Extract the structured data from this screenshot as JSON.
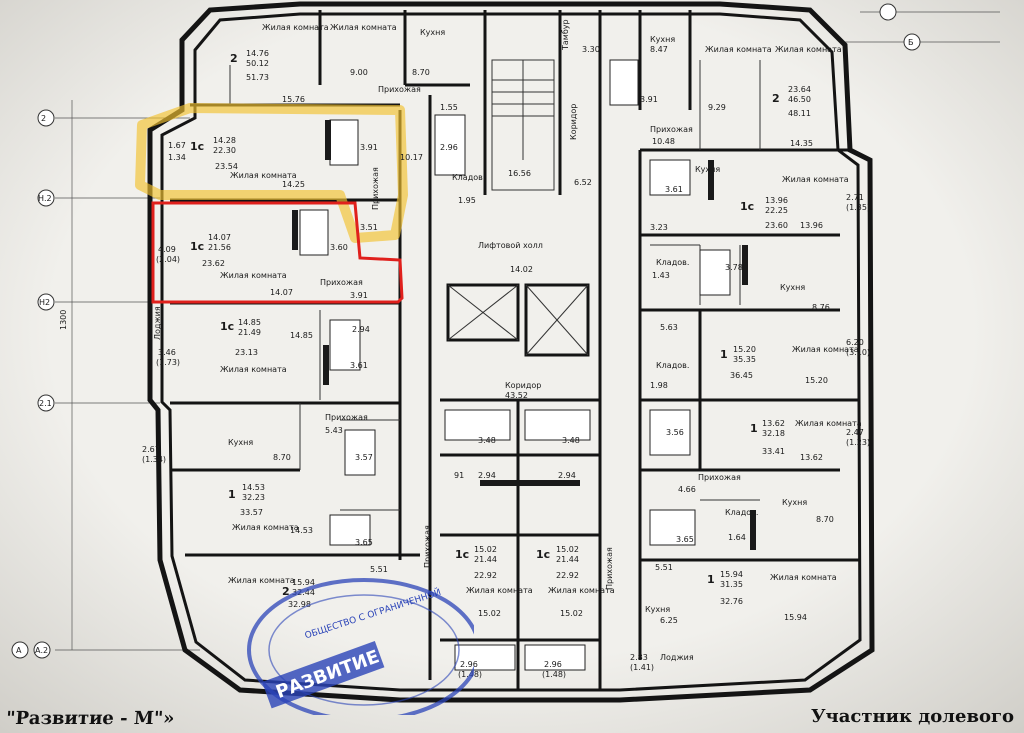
{
  "grid_axes": {
    "left": [
      "2",
      "Н.2",
      "Н2",
      "2.1",
      "А",
      "А.2"
    ],
    "top_right": [
      "Б"
    ],
    "dimension_left": "1300"
  },
  "rooms": {
    "zhilaya": "Жилая комната",
    "kuhnya": "Кухня",
    "prihozhaya": "Прихожая",
    "koridor": "Коридор",
    "lift_hall": "Лифтовой холл",
    "lodzhiya": "Лоджия",
    "kladov": "Кладов.",
    "tambur": "Тамбур"
  },
  "apartments": [
    {
      "id": "tl-2",
      "rooms": "2",
      "area_living": "14.76",
      "area_total": "50.12",
      "area_all": "51.73"
    },
    {
      "id": "a1-yellow",
      "rooms": "1с",
      "area_living": "14.28",
      "area_total": "22.30",
      "area_all": "23.54"
    },
    {
      "id": "a2-red",
      "rooms": "1с",
      "area_living": "14.07",
      "area_total": "21.56",
      "area_all": "23.62"
    },
    {
      "id": "a3",
      "rooms": "1с",
      "area_living": "14.85",
      "area_total": "21.49",
      "area_all": "23.13"
    },
    {
      "id": "a4",
      "rooms": "1",
      "area_living": "14.53",
      "area_total": "32.23",
      "area_all": "33.57"
    },
    {
      "id": "a5",
      "rooms": "2",
      "area_living": "15.94",
      "area_total": "32.44",
      "area_all": "32.98"
    },
    {
      "id": "c1",
      "rooms": "1с",
      "area_living": "15.02",
      "area_total": "21.44",
      "area_all": "22.92"
    },
    {
      "id": "c2",
      "rooms": "1с",
      "area_living": "15.02",
      "area_total": "21.44",
      "area_all": "22.92"
    },
    {
      "id": "tr-2",
      "rooms": "2",
      "area_living": "23.64",
      "area_total": "46.50",
      "area_all": "48.11"
    },
    {
      "id": "r1",
      "rooms": "1с",
      "area_living": "13.96",
      "area_total": "22.25",
      "area_all": "23.60"
    },
    {
      "id": "r2",
      "rooms": "1",
      "area_living": "15.20",
      "area_total": "35.35",
      "area_all": "36.45"
    },
    {
      "id": "r3",
      "rooms": "1",
      "area_living": "13.62",
      "area_total": "32.18",
      "area_all": "33.41"
    },
    {
      "id": "r4",
      "rooms": "1",
      "area_living": "15.94",
      "area_total": "31.35",
      "area_all": "32.76"
    }
  ],
  "areas": {
    "tl_zhil": "9.00",
    "tl_kuh": "8.70",
    "tl_prih": "15.76",
    "tl_155": "1.55",
    "tl_296": "2.96",
    "tl_1017": "10.17",
    "tamb": "3.30",
    "stair_1656": "16.56",
    "kor_652": "6.52",
    "kor_1402": "14.02",
    "kladov_195": "1.95",
    "y_391": "3.91",
    "y_1425": "14.25",
    "y_lodz": "1.34",
    "y_lodz2": "1.67",
    "r_391": "3.91",
    "r_360": "3.60",
    "r_1407": "14.07",
    "r_351": "3.51",
    "r_lodz": "4.09",
    "r_lodz2": "(2.04)",
    "a3_294": "2.94",
    "a3_1485": "14.85",
    "a3_361": "3.61",
    "a3_lodz": "3.46",
    "a3_lodz2": "(1.73)",
    "a4_543": "5.43",
    "a4_870": "8.70",
    "a4_357": "3.57",
    "a4_1453": "14.53",
    "a4_365": "3.65",
    "a4_lodz": "2.67",
    "a4_lodz2": "(1.34)",
    "a5_551": "5.51",
    "kor_4352": "43.52",
    "c_348a": "3.48",
    "c_348b": "3.48",
    "c_294a": "2.94",
    "c_294b": "2.94",
    "c_1502a": "15.02",
    "c_1502b": "15.02",
    "c_296a": "2.96",
    "c_296b": "2.96",
    "c_148a": "(1.48)",
    "c_148b": "(1.48)",
    "c_91": "91",
    "tr_847": "8.47",
    "tr_391": "3.91",
    "tr_929": "9.29",
    "tr_1048": "10.48",
    "tr_1435": "14.35",
    "r1_361": "3.61",
    "r1_1396": "13.96",
    "r1_323": "3.23",
    "r1_lodz": "2.71",
    "r1_lodz2": "(1.35)",
    "r_143": "1.43",
    "r_378": "3.78",
    "r_876": "8.76",
    "r2_563": "5.63",
    "r2_198": "1.98",
    "r2_1520": "15.20",
    "r2_lodz": "6.20",
    "r2_lodz2": "(3.10)",
    "r3_356": "3.56",
    "r3_1362": "13.62",
    "r3_466": "4.66",
    "r3_870": "8.70",
    "r3_164": "1.64",
    "r3_365": "3.65",
    "r3_lodz": "2.47",
    "r3_lodz2": "(1.23)",
    "r4_551": "5.51",
    "r4_625": "6.25",
    "r4_1594": "15.94",
    "r4_283": "2.83",
    "r4_141": "(1.41)"
  },
  "footer": {
    "left": "\"Развитие - М\"»",
    "right": "Участник долевого"
  },
  "stamp": {
    "text": "РАЗВИТИЕ",
    "ring": "ОБЩЕСТВО С ОГРАНИЧЕННОЙ"
  },
  "colors": {
    "highlight_yellow": "#f2c230",
    "highlight_red": "#e0201c",
    "stamp_blue": "#2b44b8"
  }
}
